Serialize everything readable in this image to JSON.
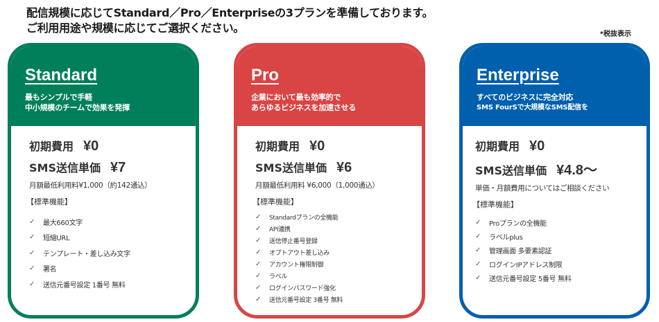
{
  "intro": {
    "line1": "配信規模に応じてStandard／Pro／Enterpriseの3プランを準備しております。",
    "line2": "ご利用用途や規模に応じてご選択ください。"
  },
  "tax_note": "*税抜表示",
  "check_icon": "✓",
  "plans": [
    {
      "name": "Standard",
      "color": "#007f5a",
      "tagline": [
        "最もシンプルで手軽",
        "中小規模のチームで効果を発揮"
      ],
      "initial_label": "初期費用",
      "initial_value": "¥0",
      "unit_label": "SMS送信単価",
      "unit_value": "¥7",
      "note": "月額最低利用料¥1,000（約142通込）",
      "features_title": "【標準機能】",
      "features": [
        "最大660文字",
        "短縮URL",
        "テンプレート・差し込み文字",
        "署名",
        "送信元番号設定 1番号 無料"
      ]
    },
    {
      "name": "Pro",
      "color": "#d94545",
      "tagline": [
        "企業において最も効率的で",
        "あらゆるビジネスを加速させる"
      ],
      "initial_label": "初期費用",
      "initial_value": "¥0",
      "unit_label": "SMS送信単価",
      "unit_value": "¥6",
      "note": "月額最低利用料 ¥6,000（1,000通込）",
      "features_title": "【標準機能】",
      "features": [
        "Standardプランの全機能",
        "API連携",
        "送信停止番号登録",
        "オプトアウト差し込み",
        "アカウント権限制御",
        "ラベル",
        "ログインパスワード強化",
        "送信元番号設定 3番号 無料"
      ]
    },
    {
      "name": "Enterprise",
      "color": "#0060ad",
      "tagline": [
        "すべてのビジネスに完全対応",
        "SMS FourSで大規模なSMS配信を"
      ],
      "initial_label": "初期費用",
      "initial_value": "¥0",
      "unit_label": "SMS送信単価",
      "unit_value": "¥4.8～",
      "note": "単価・月額費用についてはご相談ください",
      "features_title": "【標準機能】",
      "features": [
        "Proプランの全機能",
        "ラベルplus",
        "管理画面 多要素認証",
        "ログインIPアドレス制限",
        "送信元番号設定 5番号 無料"
      ]
    }
  ]
}
